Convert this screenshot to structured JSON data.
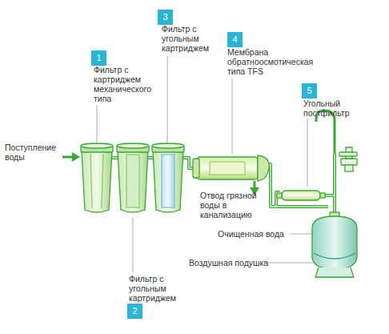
{
  "diagram": {
    "nodes": [
      {
        "text": [
          "1"
        ]
      },
      {
        "text": [
          "2"
        ]
      },
      {
        "text": [
          "3"
        ]
      },
      {
        "text": [
          "4"
        ]
      },
      {
        "text": [
          "5"
        ]
      }
    ],
    "labels": [
      "Фильтр с картриджем механического типа",
      "Фильтр с угольным картриджем",
      "Фильтр с угольным картриджем",
      "Мембрана обратноосмотическая типа TFS",
      "Угольный постфильтр",
      "Поступление воды",
      "Отвод грязной воды в канализацию",
      "Очищенная вода",
      "Воздушная подушка"
    ]
  }
}
